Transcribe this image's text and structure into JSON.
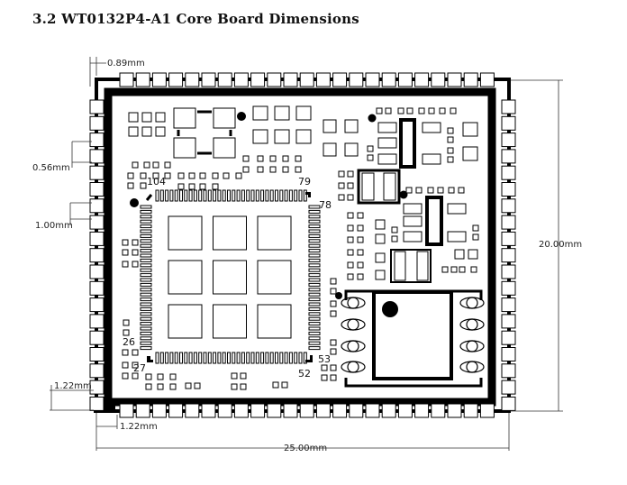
{
  "heading": "3.2 WT0132P4-A1 Core Board Dimensions",
  "dimensions": {
    "pad_offset_top": "0.89mm",
    "pad_width": "0.56mm",
    "pad_pitch": "1.00mm",
    "corner_vertical": "1.22mm",
    "corner_horizontal": "1.22mm",
    "board_height": "20.00mm",
    "board_width": "25.00mm"
  },
  "chip_pins": {
    "top_left": "104",
    "top_right": "79",
    "right_top": "78",
    "left_bottom": "26",
    "bottom_left": "27",
    "bottom_right": "52",
    "right_bottom": "53"
  },
  "colors": {
    "ink": "#000000",
    "dim_line": "#555555",
    "watermark": "#cfe4f7"
  }
}
